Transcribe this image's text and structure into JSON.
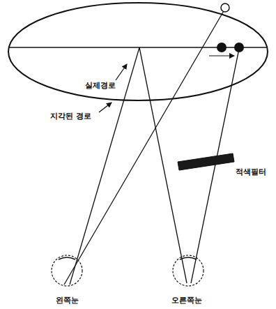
{
  "diagram": {
    "labels": [
      "실제경로",
      "지각된 경로",
      "적색필터",
      "왼쪽눈",
      "오른쪽눈"
    ]
  }
}
